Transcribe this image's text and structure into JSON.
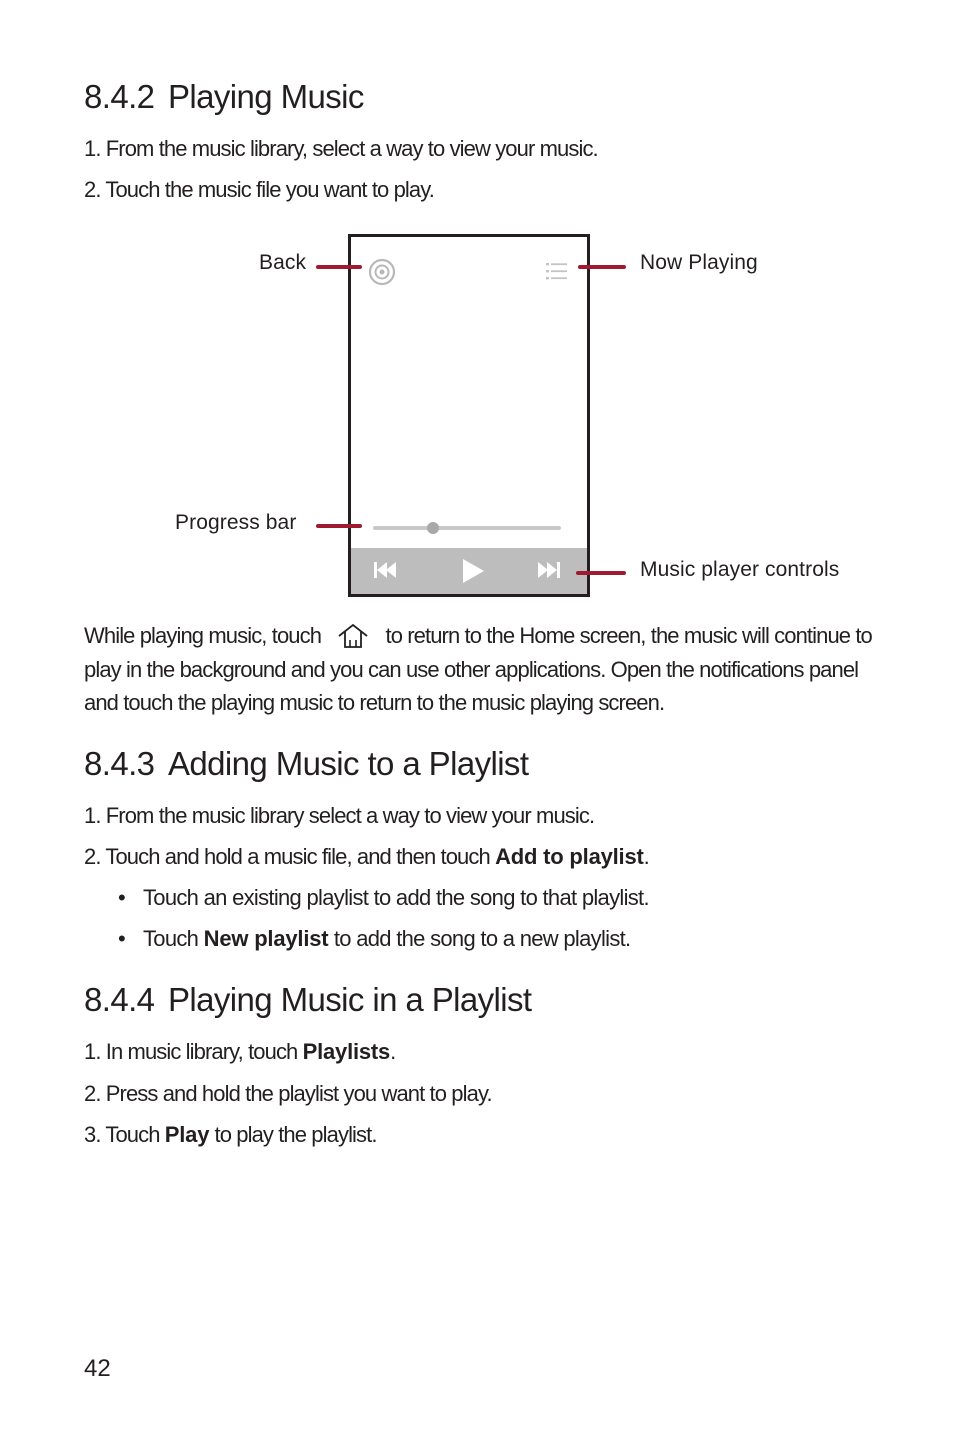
{
  "section_842": {
    "number": "8.4.2",
    "title": "Playing Music",
    "steps": [
      "1. From the music library, select a way to view your music.",
      "2. Touch the music file you want to play."
    ]
  },
  "figure": {
    "callouts": {
      "back": "Back",
      "now_playing": "Now Playing",
      "progress_bar": "Progress bar",
      "music_player_controls": "Music player controls"
    },
    "progress_fraction": 0.32,
    "accent_color": "#9e1b32",
    "icons": [
      "disc-icon",
      "list-icon",
      "previous-icon",
      "play-icon",
      "next-icon"
    ]
  },
  "para_842": {
    "before_icon": "While playing music, touch",
    "icon": "home-icon",
    "after_icon": "to return to the Home screen, the music will continue to play in the background and you can use other applications. Open the notifications panel and touch the playing music to return to the music playing screen."
  },
  "section_843": {
    "number": "8.4.3",
    "title": "Adding Music to a Playlist",
    "step1": "1. From the music library select a way to view your music.",
    "step2_pre": "2. Touch and hold a music file, and then touch",
    "step2_bold": "Add to playlist",
    "step2_post": ".",
    "bullet_char": "•",
    "bullet1": "Touch an existing playlist to add the song to that playlist.",
    "bullet2_pre": "Touch",
    "bullet2_bold": "New playlist",
    "bullet2_post": "to add the song to a new playlist."
  },
  "section_844": {
    "number": "8.4.4",
    "title": "Playing Music in a Playlist",
    "step1_pre": "1. In music library, touch",
    "step1_bold": "Playlists",
    "step1_post": ".",
    "step2": "2. Press and hold the playlist you want to play.",
    "step3_pre": "3. Touch",
    "step3_bold": "Play",
    "step3_post": "to play the playlist."
  },
  "page_number": "42"
}
